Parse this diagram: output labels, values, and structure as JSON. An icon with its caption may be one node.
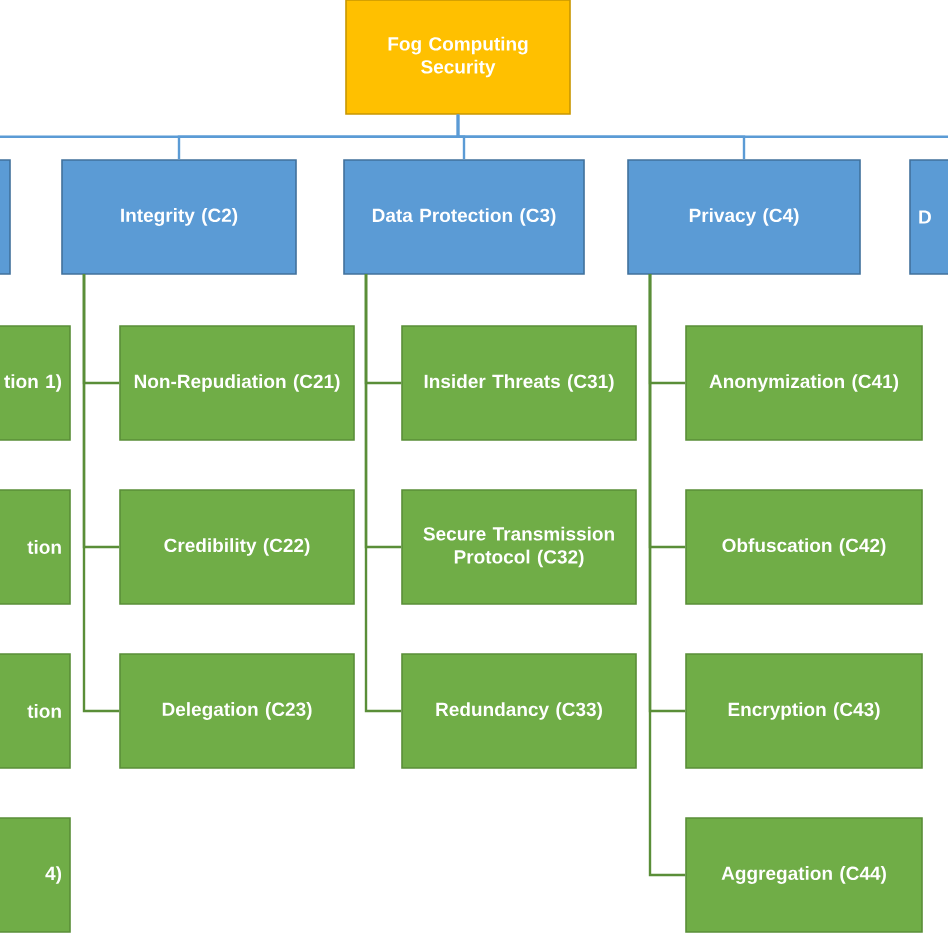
{
  "diagram": {
    "nodes": [
      {
        "text": [
          "Fog Computing Security"
        ]
      },
      {
        "text": [],
        "shape": "box"
      },
      {
        "text": [
          "Integrity (C2)"
        ]
      },
      {
        "text": [
          "Data Protection (C3)"
        ]
      },
      {
        "text": [
          "Privacy (C4)"
        ]
      },
      {
        "text": [
          "D"
        ]
      },
      {
        "text": [
          "tion 1)"
        ]
      },
      {
        "text": [
          "tion"
        ]
      },
      {
        "text": [
          "tion"
        ]
      },
      {
        "text": [
          "4)"
        ]
      },
      {
        "text": [
          "Non-Repudiation (C21)"
        ]
      },
      {
        "text": [
          "Credibility (C22)"
        ]
      },
      {
        "text": [
          "Delegation (C23)"
        ]
      },
      {
        "text": [
          "Insider Threats (C31)"
        ]
      },
      {
        "text": [
          "Secure Transmission Protocol (C32)"
        ]
      },
      {
        "text": [
          "Redundancy (C33)"
        ]
      },
      {
        "text": [
          "Anonymization (C41)"
        ]
      },
      {
        "text": [
          "Obfuscation (C42)"
        ]
      },
      {
        "text": [
          "Encryption (C43)"
        ]
      },
      {
        "text": [
          "Aggregation (C44)"
        ]
      }
    ],
    "edges": [
      {
        "from": 0,
        "to": 1,
        "arrow": "none",
        "color": "#5b9bd5"
      },
      {
        "from": 0,
        "to": 2,
        "arrow": "none",
        "color": "#5b9bd5"
      },
      {
        "from": 0,
        "to": 3,
        "arrow": "none",
        "color": "#5b9bd5"
      },
      {
        "from": 0,
        "to": 4,
        "arrow": "none",
        "color": "#5b9bd5"
      },
      {
        "from": 0,
        "to": 5,
        "arrow": "none",
        "color": "#5b9bd5"
      },
      {
        "from": 2,
        "to": 10,
        "arrow": "none"
      },
      {
        "from": 2,
        "to": 11,
        "arrow": "none"
      },
      {
        "from": 2,
        "to": 12,
        "arrow": "none"
      },
      {
        "from": 3,
        "to": 13,
        "arrow": "none"
      },
      {
        "from": 3,
        "to": 14,
        "arrow": "none"
      },
      {
        "from": 3,
        "to": 15,
        "arrow": "none"
      },
      {
        "from": 4,
        "to": 16,
        "arrow": "none"
      },
      {
        "from": 4,
        "to": 17,
        "arrow": "none"
      },
      {
        "from": 4,
        "to": 18,
        "arrow": "none"
      },
      {
        "from": 4,
        "to": 19,
        "arrow": "none"
      }
    ]
  }
}
